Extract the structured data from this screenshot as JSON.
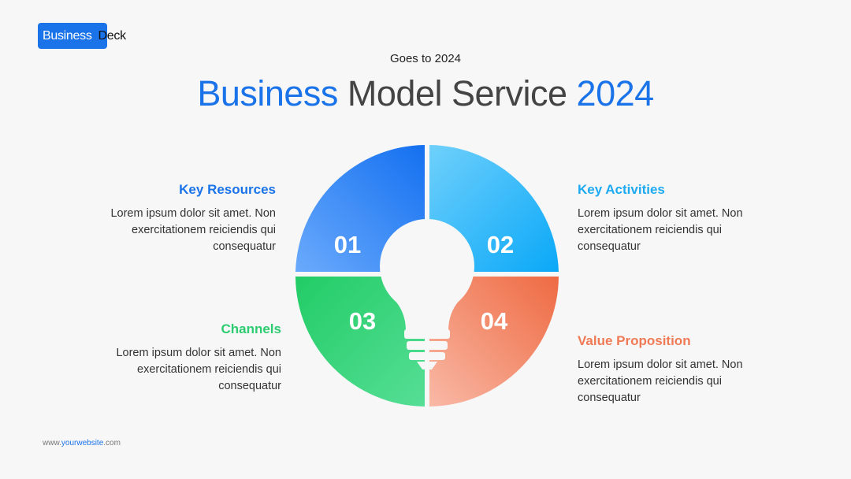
{
  "logo": {
    "part1": "Business",
    "part2": "Deck"
  },
  "header": {
    "subtitle": "Goes to 2024",
    "title_part1": "Business",
    "title_part2": " Model Service ",
    "title_part3": "2024"
  },
  "segments": [
    {
      "number": "01",
      "title": "Key Resources",
      "text": "Lorem ipsum dolor sit amet. Non exercitationem reiciendis qui consequatur",
      "color": "#2f80ed"
    },
    {
      "number": "02",
      "title": "Key Activities",
      "text": "Lorem ipsum dolor sit amet. Non exercitationem reiciendis qui consequatur",
      "color": "#1eaaf1"
    },
    {
      "number": "03",
      "title": "Channels",
      "text": "Lorem ipsum dolor sit amet. Non exercitationem reiciendis qui consequatur",
      "color": "#2ecc71"
    },
    {
      "number": "04",
      "title": "Value Proposition",
      "text": "Lorem ipsum dolor sit amet. Non exercitationem reiciendis qui consequatur",
      "color": "#ef7a55"
    }
  ],
  "footer": {
    "prefix": "www.",
    "highlight": "yourwebsite",
    "suffix": ".com"
  }
}
